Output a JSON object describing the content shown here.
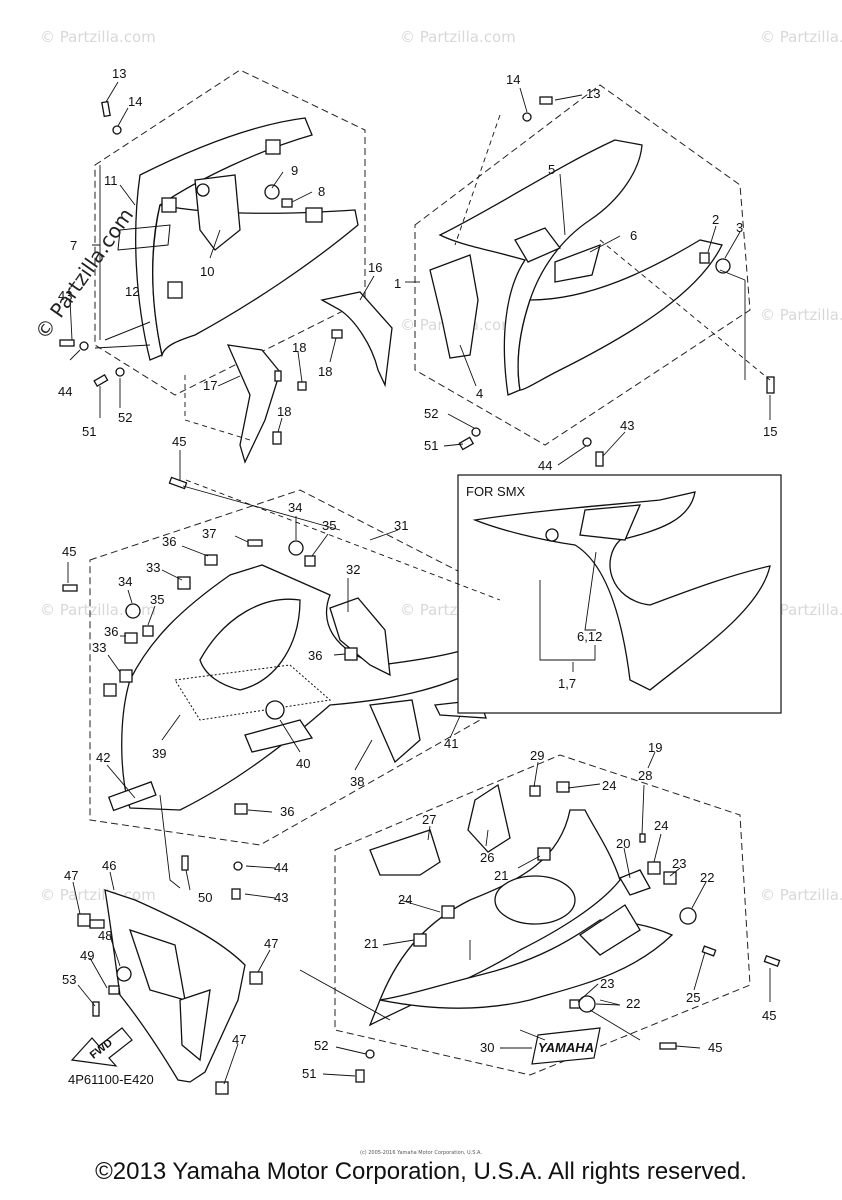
{
  "watermark": "© Partzilla.com",
  "diagram_code": "4P61100-E420",
  "inset_title": "FOR SMX",
  "fwd_label": "FWD",
  "yamaha_emblem": "YAMAHA",
  "small_copyright": "(c) 2005-2016 Yamaha Motor Corporation, U.S.A.",
  "copyright": "©2013 Yamaha Motor Corporation, U.S.A. All rights reserved.",
  "callouts": {
    "c13a": "13",
    "c14a": "14",
    "c11": "11",
    "c7": "7",
    "c9": "9",
    "c8": "8",
    "c10": "10",
    "c12": "12",
    "c43a": "43",
    "c44a": "44",
    "c51a": "51",
    "c52a": "52",
    "c17": "17",
    "c18a": "18",
    "c18b": "18",
    "c18c": "18",
    "c16": "16",
    "c14b": "14",
    "c13b": "13",
    "c5": "5",
    "c6": "6",
    "c2": "2",
    "c3": "3",
    "c1": "1",
    "c4": "4",
    "c15": "15",
    "c52b": "52",
    "c51b": "51",
    "c44b": "44",
    "c43b": "43",
    "c45a": "45",
    "c34a": "34",
    "c35a": "35",
    "c31": "31",
    "c36a": "36",
    "c37": "37",
    "c45b": "45",
    "c33a": "33",
    "c32": "32",
    "c34b": "34",
    "c35b": "35",
    "c36b": "36",
    "c36c": "36",
    "c33b": "33",
    "c39": "39",
    "c40": "40",
    "c38": "38",
    "c41": "41",
    "c42": "42",
    "c36d": "36",
    "c612": "6,12",
    "c17in": "1,7",
    "c29": "29",
    "c24a": "24",
    "c19": "19",
    "c28": "28",
    "c27": "27",
    "c26": "26",
    "c21a": "21",
    "c20": "20",
    "c24b": "24",
    "c23a": "23",
    "c22a": "22",
    "c44c": "44",
    "c43c": "43",
    "c50": "50",
    "c47a": "47",
    "c46": "46",
    "c48": "48",
    "c49": "49",
    "c53": "53",
    "c47b": "47",
    "c24c": "24",
    "c21b": "21",
    "c45c": "45",
    "c25": "25",
    "c23b": "23",
    "c22b": "22",
    "c45d": "45",
    "c30": "30",
    "c47c": "47",
    "c52c": "52",
    "c51c": "51"
  }
}
